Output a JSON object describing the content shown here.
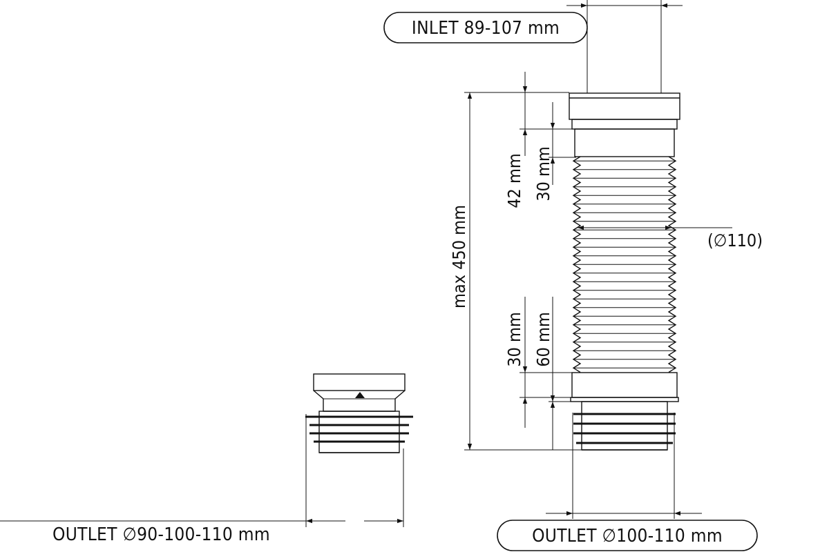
{
  "labels": {
    "inlet": "INLET 89-107 mm",
    "max_length": "max 450 mm",
    "dim_42": "42 mm",
    "dim_30_top": "30 mm",
    "dim_30_bottom": "30 mm",
    "dim_60": "60 mm",
    "diameter_110": "(∅110)",
    "outlet_small": "OUTLET ∅90-100-110 mm",
    "outlet_large": "OUTLET ∅100-110 mm"
  },
  "colors": {
    "line": "#111111",
    "background": "#ffffff"
  }
}
